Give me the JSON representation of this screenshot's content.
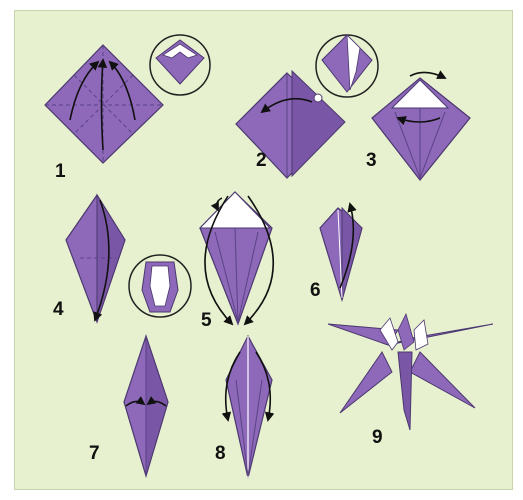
{
  "colors": {
    "background": "#e7f0cf",
    "paper_front": "#8e68b9",
    "paper_shade": "#7a56a6",
    "paper_back": "#ffffff",
    "outline": "#4b3870",
    "arrow": "#111111"
  },
  "steps": [
    {
      "label": "1"
    },
    {
      "label": "2"
    },
    {
      "label": "3"
    },
    {
      "label": "4"
    },
    {
      "label": "5"
    },
    {
      "label": "6"
    },
    {
      "label": "7"
    },
    {
      "label": "8"
    },
    {
      "label": "9"
    }
  ]
}
